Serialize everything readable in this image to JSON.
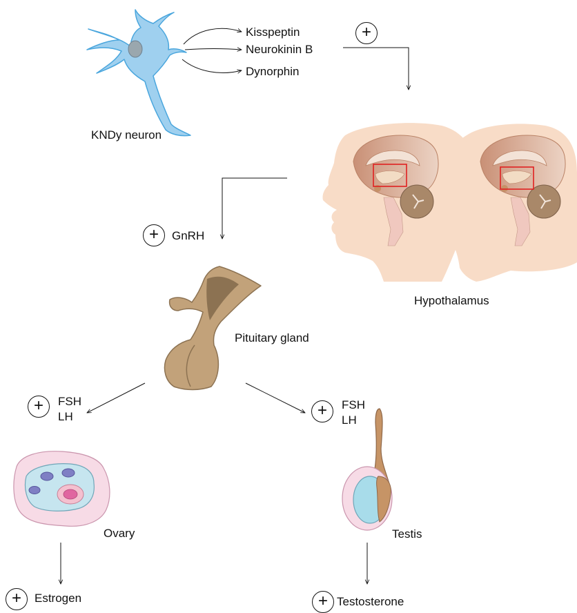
{
  "neuron": {
    "label": "KNDy neuron",
    "products": [
      "Kisspeptin",
      "Neurokinin B",
      "Dynorphin"
    ]
  },
  "signs": {
    "plus": "+"
  },
  "hypothalamus": {
    "label": "Hypothalamus"
  },
  "gnrh": {
    "label": "GnRH"
  },
  "pituitary": {
    "label": "Pituitary gland"
  },
  "left_hormones": {
    "line1": "FSH",
    "line2": "LH"
  },
  "right_hormones": {
    "line1": "FSH",
    "line2": "LH"
  },
  "ovary": {
    "label": "Ovary",
    "output": "Estrogen"
  },
  "testis": {
    "label": "Testis",
    "output": "Testosterone"
  },
  "colors": {
    "neuron": "#9fd0ef",
    "neuron_stroke": "#4aa6dd",
    "skin": "#f8dcc7",
    "brain": "#d8a58a",
    "pituitary": "#c2a27a",
    "pituitary_dark": "#8c7252",
    "highlight_box": "#e02020",
    "ovary_outer": "#f7dbe6",
    "ovary_inner": "#c6e5ef",
    "testis_blue": "#a8dcea",
    "testis_brown": "#c69466"
  }
}
